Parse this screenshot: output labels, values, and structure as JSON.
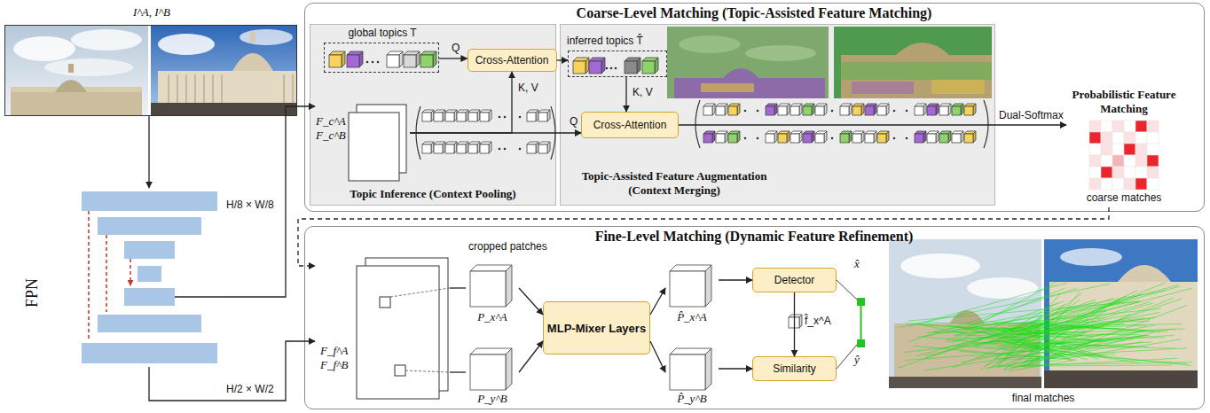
{
  "diagram": {
    "nodes": [
      {
        "text": [
          "I^A, I^B"
        ]
      },
      {
        "text": [
          "FPN"
        ]
      },
      {
        "text": [
          "Coarse-Level Matching (Topic-Assisted Feature Matching)"
        ]
      },
      {
        "text": [
          "Topic Inference (Context Pooling)"
        ],
        "in": 2
      },
      {
        "text": [
          "global topics T"
        ],
        "in": 3
      },
      {
        "text": [
          "Cross-Attention"
        ],
        "in": 3
      },
      {
        "text": [
          "F_c^A F_c^B"
        ],
        "in": 3
      },
      {
        "text": [
          "Topic-Assisted Feature Augmentation (Context Merging)"
        ],
        "in": 2
      },
      {
        "text": [
          "inferred topics T̂"
        ],
        "in": 7
      },
      {
        "text": [
          "Cross-Attention"
        ],
        "in": 7
      },
      {
        "text": [
          "Probabilistic Feature Matching",
          "coarse matches"
        ],
        "in": 2
      },
      {
        "text": [
          "Fine-Level Matching (Dynamic Feature Refinement)"
        ]
      },
      {
        "text": [
          "F_f^A F_f^B"
        ],
        "in": 11
      },
      {
        "text": [
          "P_x^A"
        ],
        "in": 11
      },
      {
        "text": [
          "P_y^B"
        ],
        "in": 11
      },
      {
        "text": [
          "MLP-Mixer Layers"
        ],
        "in": 11
      },
      {
        "text": [
          "P̂_x^A"
        ],
        "in": 11
      },
      {
        "text": [
          "P̂_y^B"
        ],
        "in": 11
      },
      {
        "text": [
          "Detector"
        ],
        "in": 11
      },
      {
        "text": [
          "Similarity"
        ],
        "in": 11
      },
      {
        "text": [
          "final matches"
        ],
        "in": 11
      }
    ],
    "edges": [
      {
        "from": 0,
        "to": 1,
        "arrow": "to"
      },
      {
        "from": 1,
        "to": 6,
        "label": "H/8 × W/8",
        "arrow": "to"
      },
      {
        "from": 1,
        "to": 12,
        "label": "H/2 × W/2",
        "arrow": "to"
      },
      {
        "from": 4,
        "to": 5,
        "label": "Q",
        "arrow": "to"
      },
      {
        "from": 6,
        "to": 5,
        "label": "K, V",
        "arrow": "to"
      },
      {
        "from": 5,
        "to": 8,
        "arrow": "to"
      },
      {
        "from": 8,
        "to": 9,
        "label": "K, V",
        "arrow": "to"
      },
      {
        "from": 6,
        "to": 9,
        "label": "Q",
        "arrow": "to"
      },
      {
        "from": 9,
        "to": 10,
        "label": "Dual-Softmax",
        "arrow": "to"
      },
      {
        "from": 10,
        "to": 12,
        "arrow": "to"
      },
      {
        "from": 12,
        "to": 13,
        "arrow": "none"
      },
      {
        "from": 12,
        "to": 14,
        "arrow": "none"
      },
      {
        "from": 13,
        "to": 15,
        "arrow": "to"
      },
      {
        "from": 14,
        "to": 15,
        "arrow": "to"
      },
      {
        "from": 15,
        "to": 16,
        "arrow": "to"
      },
      {
        "from": 15,
        "to": 17,
        "arrow": "to"
      },
      {
        "from": 16,
        "to": 18,
        "arrow": "to"
      },
      {
        "from": 17,
        "to": 19,
        "arrow": "to"
      },
      {
        "from": 18,
        "to": 19,
        "label": "f̂_x^A",
        "arrow": "to"
      }
    ],
    "labels": [
      "cropped patches",
      "x̂",
      "ŷ"
    ]
  }
}
